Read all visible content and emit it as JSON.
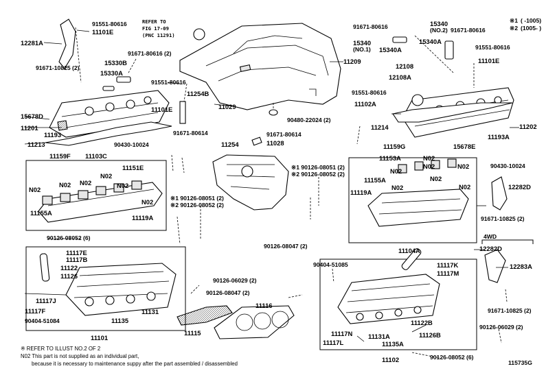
{
  "diagram_id": "115735G",
  "refer_to": {
    "line1": "REFER TO",
    "line2": "FIG 17-09",
    "line3": "(PNC 11291)"
  },
  "legend": {
    "l1_mark": "※1",
    "l1_val": "( -1005)",
    "l2_mark": "※2",
    "l2_val": "(1005- )"
  },
  "notes": {
    "n1": "※ REFER TO ILLUST NO.2 OF 2",
    "n2": "N02 This part is not supplied as an individual part,",
    "n3": "because it is necessary to maintenance suppy after the part assembled / disassembled"
  },
  "labels": {
    "p91551_80616_a": "91551-80616",
    "p11101e_a": "11101E",
    "p12281a": "12281A",
    "p91671_10825_a": "91671-10825 (2)",
    "p91671_80616_a": "91671-80616 (2)",
    "p15330b": "15330B",
    "p15330a": "15330A",
    "p91551_80616_b": "91551-80616",
    "p11254b": "11254B",
    "p11029": "11029",
    "p11101e_b": "11101E",
    "p91671_80614_a": "91671-80614",
    "p15678d": "15678D",
    "p11201": "11201",
    "p11193": "11193",
    "p11213": "11213",
    "p90430_10024_a": "90430-10024",
    "p11254": "11254",
    "p11209": "11209",
    "p90480_22024": "90480-22024 (2)",
    "p91671_80614_b": "91671-80614",
    "p11028": "11028",
    "p11159f": "11159F",
    "p11103c": "11103C",
    "p11151e": "11151E",
    "p11155a_a": "11155A",
    "p11119a_a": "11119A",
    "n02": "N02",
    "p1_90126_08051_a": "※1 90126-08051 (2)",
    "p2_90126_08052_a": "※2 90126-08052 (2)",
    "p90126_08052_6a": "90126-08052 (6)",
    "p11117e": "11117E",
    "p11117b": "11117B",
    "p11122": "11122",
    "p11126": "11126",
    "p90126_06029_a": "90126-06029 (2)",
    "p90126_08047_a": "90126-08047 (2)",
    "p11117j": "11117J",
    "p11117f": "11117F",
    "p90404_51084": "90404-51084",
    "p11131": "11131",
    "p11135": "11135",
    "p11115": "11115",
    "p11116": "11116",
    "p11101": "11101",
    "p91671_80616_b": "91671-80616",
    "p15340_no2": "15340",
    "p15340_no2_note": "(NO.2)",
    "p91671_80616_c": "91671-80616",
    "p15340_no1": "15340",
    "p15340_no1_note": "(NO.1)",
    "p15340a_a": "15340A",
    "p15340a_b": "15340A",
    "p91551_80616_c": "91551-80616",
    "p12108": "12108",
    "p12108a": "12108A",
    "p11101e_c": "11101E",
    "p91551_80616_d": "91551-80616",
    "p11102a": "11102A",
    "p11202": "11202",
    "p11214": "11214",
    "p11193a": "11193A",
    "p11159g": "11159G",
    "p15678e": "15678E",
    "p1_90126_08051_b": "※1 90126-08051 (2)",
    "p2_90126_08052_b": "※2 90126-08052 (2)",
    "p11153a": "11153A",
    "p90430_10024_b": "90430-10024",
    "p11155a_b": "11155A",
    "p11119a_b": "11119A",
    "p12282d_a": "12282D",
    "p91671_10825_b": "91671-10825 (2)",
    "p11104a": "11104A",
    "p4wd": "4WD",
    "p12282d_b": "12282D",
    "p12283a": "12283A",
    "p90126_08047_b": "90126-08047 (2)",
    "p90404_51085": "90404-51085",
    "p11117k": "11117K",
    "p11117m": "11117M",
    "p91671_10825_c": "91671-10825 (2)",
    "p11122b": "11122B",
    "p11117n": "11117N",
    "p11126b": "11126B",
    "p11117l": "11117L",
    "p11131a": "11131A",
    "p11135a": "11135A",
    "p90126_06029_b": "90126-06029 (2)",
    "p11102": "11102",
    "p90126_08052_6b": "90126-08052 (6)"
  }
}
